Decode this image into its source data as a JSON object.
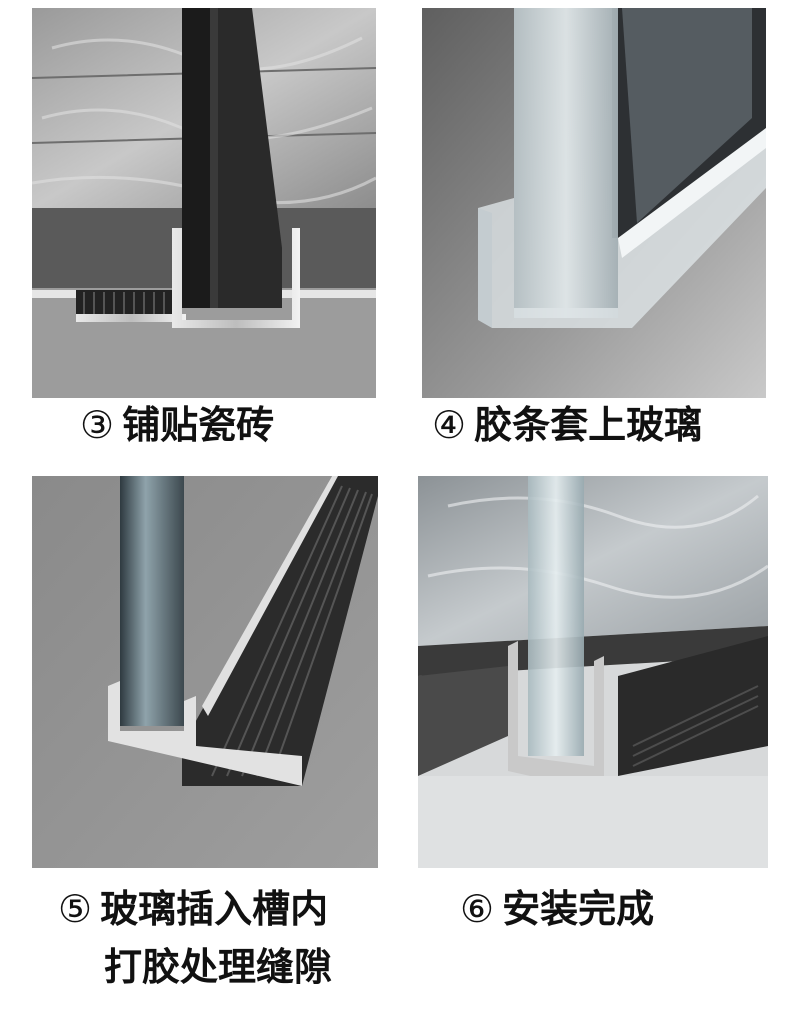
{
  "steps": [
    {
      "num": "③",
      "label": "铺贴瓷砖"
    },
    {
      "num": "④",
      "label": "胶条套上玻璃"
    },
    {
      "num": "⑤",
      "label": "玻璃插入槽内",
      "label2": "打胶处理缝隙"
    },
    {
      "num": "⑥",
      "label": "安装完成"
    }
  ]
}
